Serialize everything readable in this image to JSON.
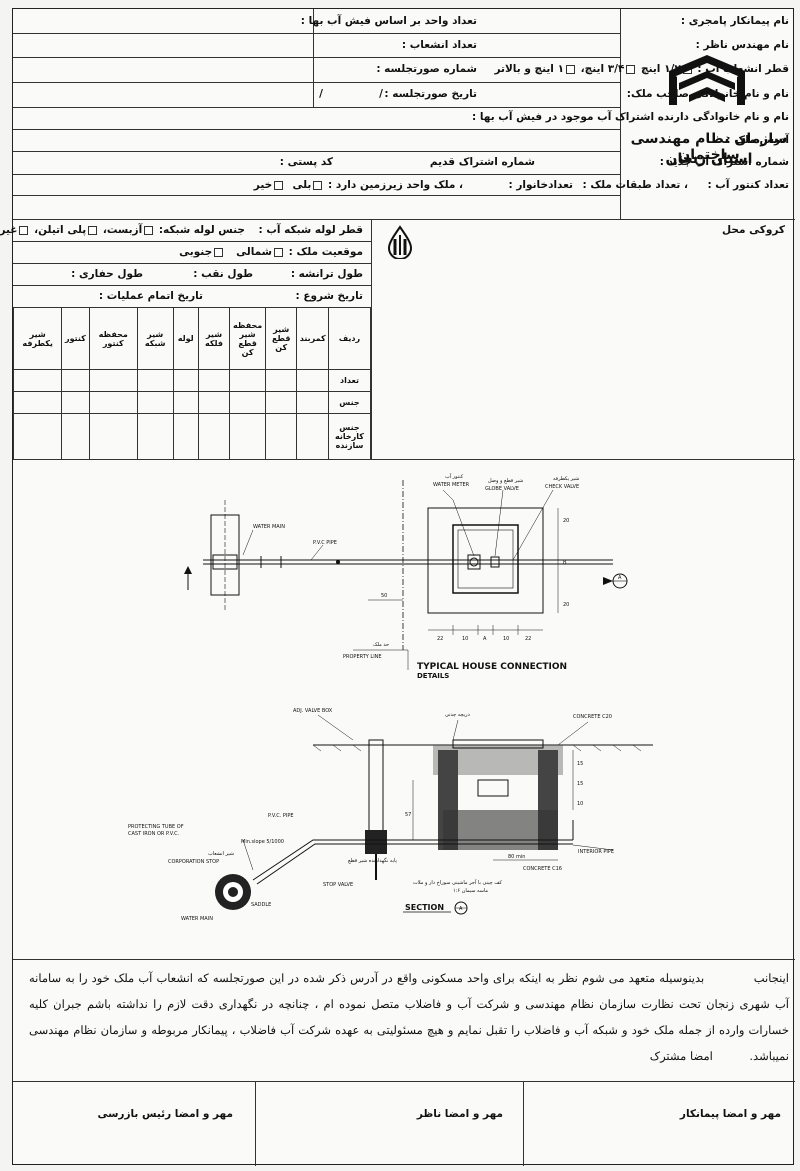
{
  "org": {
    "name_line1": "سازمان نظام مهندسی ساختمان",
    "name_line2": "استان زنجان"
  },
  "header_right": {
    "contractor_name": "نام پیمانکار پامجری :",
    "supervisor_name": "نام مهندس ناظر :",
    "branch_diameter": "قطر انشعاب آب :",
    "opt1": "۱/۲ اینچ",
    "opt2": "۳/۴ اینچ،",
    "opt3": "۱ اینچ و بالاتر",
    "owner_name": "نام و نام خانوادگی صاحب ملک:",
    "subscriber_name": "نام و نام خانوادگی دارنده اشتراک آب موجود در فیش آب بها :",
    "address": "آدرس ملک :",
    "new_sub": "شماره اشتراک آب جدید :",
    "old_sub": "شماره اشتراک قدیم",
    "postal": "کد پستی :",
    "meter_count": "تعداد کنتور آب :",
    "floors": "، تعداد طبقات ملک :",
    "households": "تعدادخانوار :",
    "basement": "، ملک واحد زیرزمین دارد :",
    "yes": "بلی",
    "no": "خیر"
  },
  "header_left": {
    "units_by_bill": "تعداد واحد بر اساس فیش آب بها :",
    "branch_count": "تعداد انشعاب :",
    "minutes_no": "شماره صورتجلسه :",
    "minutes_date": "تاریخ صورتجلسه :",
    "date_sep1": "/",
    "date_sep2": "/"
  },
  "site": {
    "sketch": "کروکی محل",
    "network_diam": "قطر لوله شبکه آب :",
    "network_material": "جنس لوله شبکه:",
    "mat_opt1": "آزبست،",
    "mat_opt2": "پلی اتیلن،",
    "mat_opt3": "غیره",
    "location": "موقعیت ملک :",
    "north": "شمالی",
    "south": "جنوبی",
    "trench_len": "طول ترانشه :",
    "tunnel_len": "طول نقب :",
    "dig_len": "طول حفاری :",
    "start_date": "تاریخ شروع :",
    "end_date": "تاریخ اتمام عملیات :"
  },
  "parts_table": {
    "headers": [
      "ردیف",
      "کمربند",
      "شیر قطع کن",
      "محفظه شیر قطع کن",
      "شیر فلکه",
      "لوله",
      "شیر شبکه",
      "محفظه کنتور",
      "کنتور",
      "شیر یکطرفه"
    ],
    "rows": [
      "تعداد",
      "جنس",
      "جنس کارخانه سازنده"
    ]
  },
  "drawing": {
    "plan_labels": {
      "water_meter_fa": "کنتور آب",
      "water_meter": "WATER METER",
      "globe_fa": "شیر قطع و وصل",
      "globe": "GLOBE VALVE",
      "check_fa": "شیر یکطرفه",
      "check": "CHECK VALVE",
      "water_main": "WATER MAIN",
      "pvc_pipe": "P.V.C PIPE",
      "prop_fa": "حد ملک",
      "property_line": "PROPERTY LINE",
      "dim_50": "50",
      "dim_22a": "22",
      "dim_10a": "10",
      "dim_A": "A",
      "dim_10b": "10",
      "dim_22b": "22",
      "dv_20a": "20",
      "dv_B": "B",
      "dv_20b": "20",
      "section_mark": "A"
    },
    "title": "TYPICAL HOUSE CONNECTION",
    "subtitle": "DETAILS",
    "section_labels": {
      "adj_box": "ADJ. VALVE BOX",
      "cover_fa": "دریچه چدنی",
      "concrete_c20": "CONCRETE C20",
      "pvc_pipe": "P.V.C. PIPE",
      "protect1": "PROTECTING TUBE OF",
      "protect2": "CAST IRON OR P.V.C.",
      "corp_fa": "شیر انشعاب",
      "corp": "CORPORATION STOP",
      "slope": "Min.slope 5/1000",
      "saddle": "SADDLE",
      "water_main": "WATER MAIN",
      "stop_valve": "STOP VALVE",
      "stop_fa": "پایه نگهدارنده شیر قطع",
      "interior": "INTERIOR PIPE",
      "concrete_c16": "CONCRETE C16",
      "dim_80": "80 min",
      "dim_57": "57",
      "note1": "کف چینی با آجر ماشینی سوراخ دار و ملات",
      "note2": "ماسه سیمان ۱:۶",
      "dim_15": "15",
      "dim_15b": "15",
      "dim_10": "10",
      "section": "SECTION",
      "section_mark": "A"
    }
  },
  "declaration": {
    "lead": "اینجانب",
    "text": "بدینوسیله متعهد می شوم نظر به اینکه برای واحد مسکونی واقع در آدرس ذکر شده در این صورتجلسه که انشعاب آب ملک خود را به سامانه آب شهری زنجان تحت نظارت سازمان نظام مهندسی و شرکت آب و فاضلاب متصل نموده ام ، چنانچه در نگهداری دقت لازم را نداشته باشم جبران کلیه خسارات وارده از جمله ملک خود و شبکه آب و فاضلاب را تقبل نمایم و هیچ مسئولیتی به عهده شرکت آب فاضلاب ، پیمانکار مربوطه و سازمان نظام مهندسی نمیباشد.",
    "sign": "امضا مشترک"
  },
  "signatures": {
    "contractor": "مهر و امضا پیمانکار",
    "supervisor": "مهر و امضا ناظر",
    "inspector": "مهر و امضا رئیس بازرسی"
  }
}
